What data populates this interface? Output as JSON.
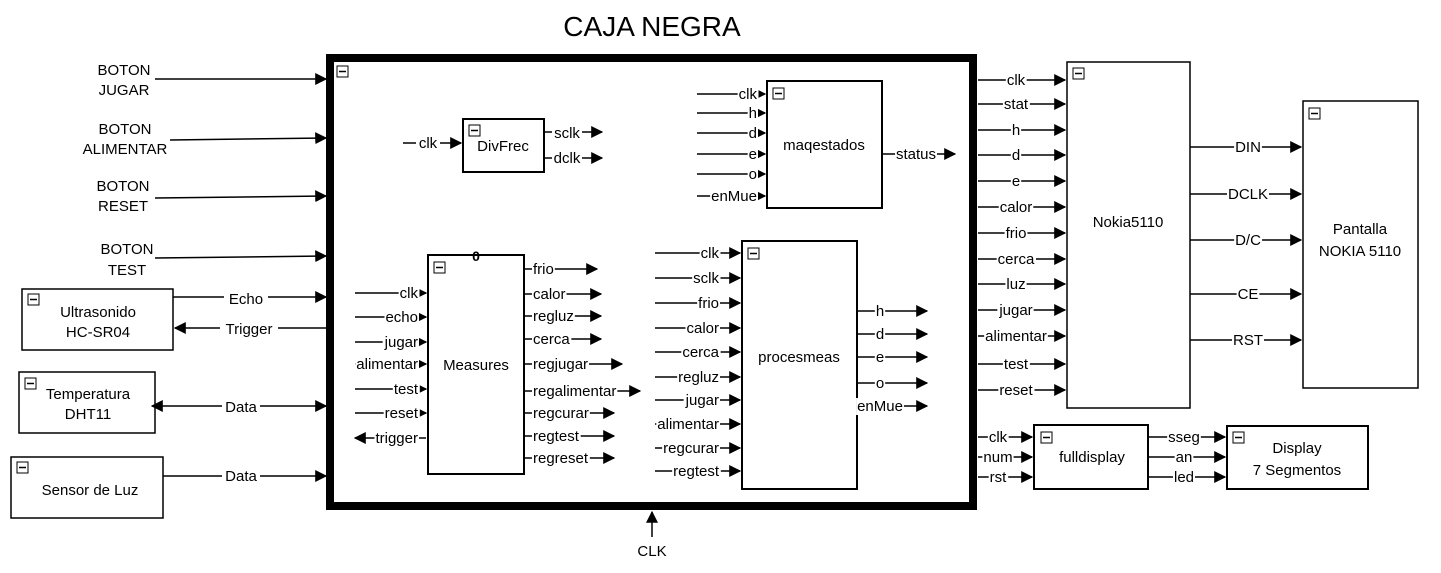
{
  "title": "CAJA NEGRA",
  "clock_label": "CLK",
  "external_inputs": {
    "btn_jugar": [
      "BOTON",
      "JUGAR"
    ],
    "btn_alimentar": [
      "BOTON",
      "ALIMENTAR"
    ],
    "btn_reset": [
      "BOTON",
      "RESET"
    ],
    "btn_test": [
      "BOTON",
      "TEST"
    ]
  },
  "peripherals": {
    "ultrasonido": [
      "Ultrasonido",
      "HC-SR04"
    ],
    "temperatura": [
      "Temperatura",
      "DHT11"
    ],
    "luz": "Sensor de Luz",
    "pantalla": [
      "Pantalla",
      "NOKIA 5110"
    ],
    "display7": [
      "Display",
      "7 Segmentos"
    ]
  },
  "signals": {
    "echo": "Echo",
    "trigger": "Trigger",
    "data_temp": "Data",
    "data_luz": "Data"
  },
  "modules": {
    "divfrec": {
      "name": "DivFrec",
      "inputs": [
        "clk"
      ],
      "outputs": [
        "sclk",
        "dclk"
      ]
    },
    "maqestados": {
      "name": "maqestados",
      "inputs": [
        "clk",
        "h",
        "d",
        "e",
        "o",
        "enMue"
      ],
      "outputs": [
        "status"
      ]
    },
    "measures": {
      "name": "Measures",
      "badge": "0",
      "inputs": [
        "clk",
        "echo",
        "jugar",
        "alimentar",
        "test",
        "reset",
        "trigger"
      ],
      "outputs": [
        "frio",
        "calor",
        "regluz",
        "cerca",
        "regjugar",
        "regalimentar",
        "regcurar",
        "regtest",
        "regreset"
      ]
    },
    "procesmeas": {
      "name": "procesmeas",
      "inputs": [
        "clk",
        "sclk",
        "frio",
        "calor",
        "cerca",
        "regluz",
        "jugar",
        "alimentar",
        "regcurar",
        "regtest"
      ],
      "outputs": [
        "h",
        "d",
        "e",
        "o",
        "enMue"
      ]
    },
    "nokia": {
      "name": "Nokia5110",
      "inputs": [
        "clk",
        "stat",
        "h",
        "d",
        "e",
        "calor",
        "frio",
        "cerca",
        "luz",
        "jugar",
        "alimentar",
        "test",
        "reset"
      ],
      "outputs": [
        "DIN",
        "DCLK",
        "D/C",
        "CE",
        "RST"
      ]
    },
    "fulldisplay": {
      "name": "fulldisplay",
      "inputs": [
        "clk",
        "num",
        "rst"
      ],
      "outputs": [
        "sseg",
        "an",
        "led"
      ]
    }
  }
}
